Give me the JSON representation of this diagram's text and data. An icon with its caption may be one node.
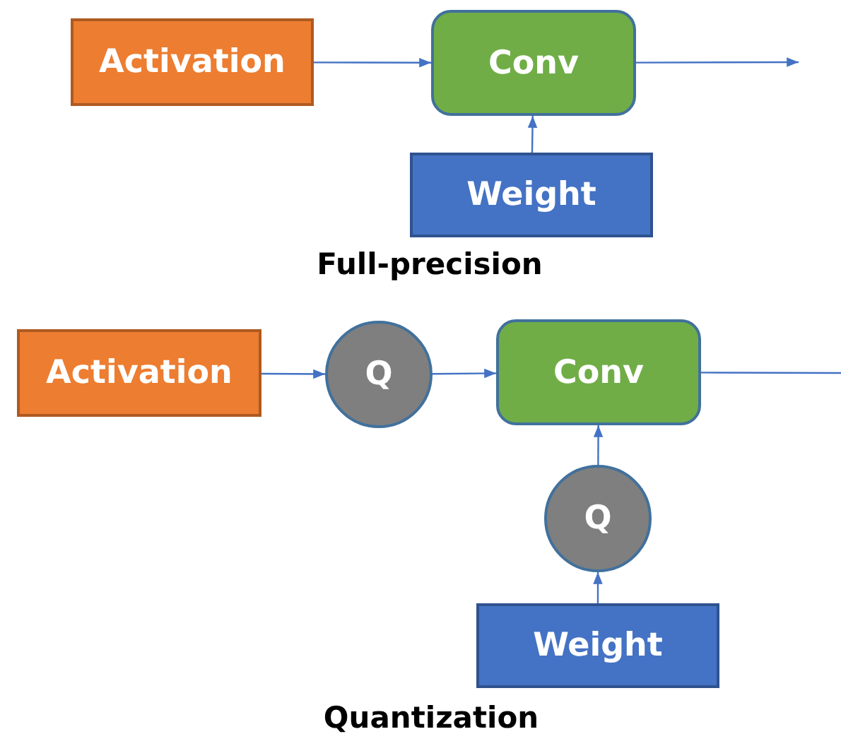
{
  "diagram": {
    "nodes": [
      {
        "text": [
          "Activation"
        ]
      },
      {
        "text": [
          "Conv"
        ]
      },
      {
        "text": [
          "Weight"
        ]
      },
      {
        "text": [
          "Activation"
        ]
      },
      {
        "text": [
          "Q"
        ]
      },
      {
        "text": [
          "Conv"
        ]
      },
      {
        "text": [
          "Q"
        ]
      },
      {
        "text": [
          "Weight"
        ]
      }
    ],
    "edges": [
      {
        "from": 0,
        "to": 1,
        "arrow": "to"
      },
      {
        "from": 2,
        "to": 1,
        "arrow": "to"
      },
      {
        "from": 1,
        "to": null,
        "arrow": "to"
      },
      {
        "from": 3,
        "to": 4,
        "arrow": "to"
      },
      {
        "from": 4,
        "to": 5,
        "arrow": "to"
      },
      {
        "from": 5,
        "to": null,
        "arrow": "none"
      },
      {
        "from": 7,
        "to": 6,
        "arrow": "to"
      },
      {
        "from": 6,
        "to": 5,
        "arrow": "to"
      }
    ],
    "labels": [
      "Full-precision",
      "Quantization"
    ]
  }
}
